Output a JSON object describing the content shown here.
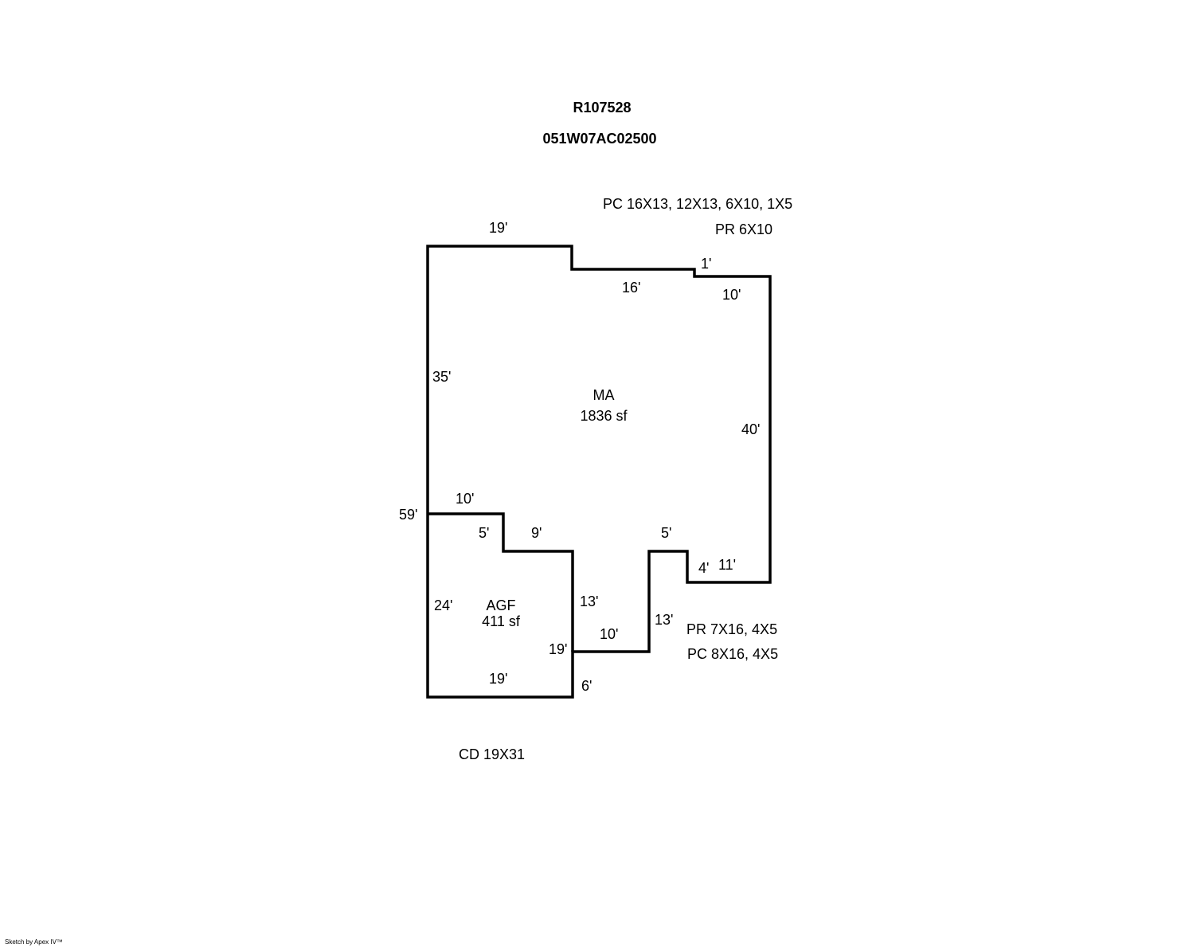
{
  "header": {
    "account": "R107528",
    "map_number": "051W07AC02500"
  },
  "notes": {
    "top_pc": "PC 16X13, 12X13, 6X10, 1X5",
    "top_pr": "PR 6X10",
    "bottom_pr": "PR 7X16, 4X5",
    "bottom_pc": "PC 8X16, 4X5",
    "cd": "CD 19X31"
  },
  "areas": {
    "ma_label": "MA",
    "ma_size": "1836 sf",
    "agf_label": "AGF",
    "agf_size": "411 sf"
  },
  "dimensions": {
    "top_19": "19'",
    "d16": "16'",
    "d1": "1'",
    "top_10": "10'",
    "d35": "35'",
    "d40": "40'",
    "d59": "59'",
    "mid_10": "10'",
    "d5a": "5'",
    "d9": "9'",
    "d5b": "5'",
    "d4": "4'",
    "d11": "11'",
    "d24": "24'",
    "d13a": "13'",
    "d13b": "13'",
    "low_10": "10'",
    "d19r": "19'",
    "bot_19": "19'",
    "d6": "6'"
  },
  "credit": "Sketch by Apex IV™"
}
